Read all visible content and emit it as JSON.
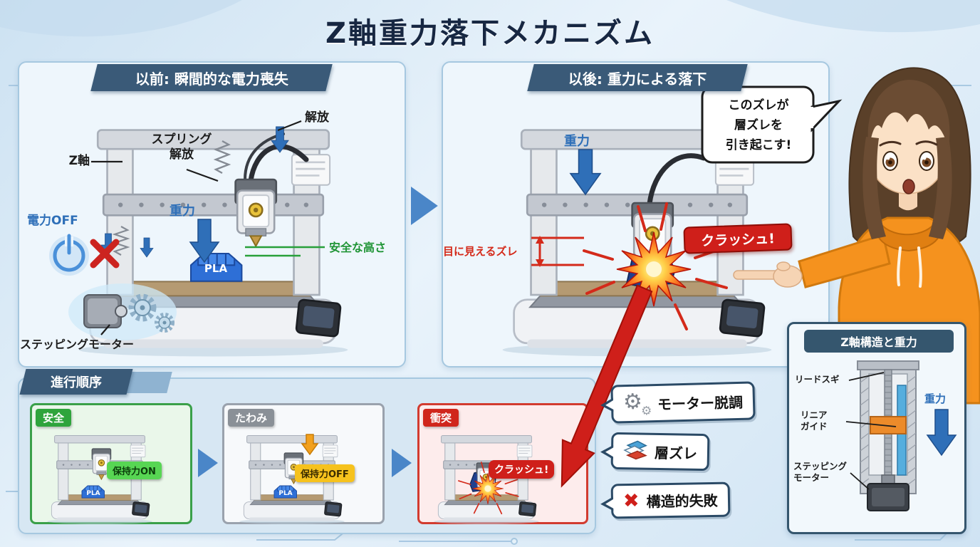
{
  "title": "Z軸重力落下メカニズム",
  "before_panel": {
    "header": "以前: 瞬間的な電力喪失",
    "release_label": "解放",
    "spring_release_line1": "スプリング",
    "spring_release_line2": "解放",
    "z_axis_label": "Z軸",
    "gravity_label": "重力",
    "power_off_label": "電力OFF",
    "safe_height_label": "安全な高さ",
    "stepper_motor_label": "ステッピングモーター",
    "pla_label": "PLA"
  },
  "after_panel": {
    "header": "以後: 重力による落下",
    "gravity_label": "重力",
    "crash_banner": "クラッシュ!",
    "visible_offset_label": "目に見えるズレ",
    "speech_bubble": {
      "line1": "このズレが",
      "line2": "層ズレを",
      "line3": "引き起こす!"
    }
  },
  "sequence_panel": {
    "header": "進行順序",
    "stages": [
      {
        "badge": "安全",
        "tag": "保持力ON",
        "pla_label": "PLA"
      },
      {
        "badge": "たわみ",
        "tag": "保持力OFF",
        "pla_label": "PLA"
      },
      {
        "badge": "衝突",
        "tag": "クラッシュ!"
      }
    ]
  },
  "consequences": {
    "items": [
      {
        "icon": "gear-icon",
        "label": "モーター脱調"
      },
      {
        "icon": "layers-icon",
        "label": "層ズレ"
      },
      {
        "icon": "cross-icon",
        "label": "構造的失敗"
      }
    ]
  },
  "structure_panel": {
    "header": "Z軸構造と重力",
    "lead_screw_label": "リードスギ",
    "linear_guide_line1": "リニア",
    "linear_guide_line2": "ガイド",
    "stepper_line1": "ステッピング",
    "stepper_line2": "モーター",
    "gravity_label": "重力"
  },
  "colors": {
    "header_navy": "#3a5a78",
    "accent_blue": "#2f6fb8",
    "danger_red": "#cf1f1a",
    "safe_green": "#2fa43c",
    "warning_yellow": "#f6c21d",
    "hoodie_orange": "#f5921e",
    "pla_blue": "#2e6fd6"
  }
}
